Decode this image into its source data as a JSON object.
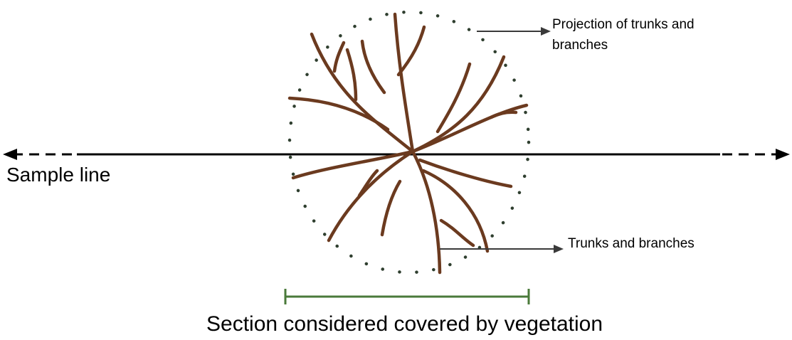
{
  "labels": {
    "projection": "Projection of trunks and branches",
    "trunks": "Trunks and branches",
    "sample_line": "Sample line",
    "section": "Section considered covered by vegetation"
  },
  "colors": {
    "branch": "#6b3a1f",
    "line": "#000000",
    "dots": "#2f3f2f",
    "section": "#4a7a3a",
    "arrow": "#3a3a3a"
  }
}
